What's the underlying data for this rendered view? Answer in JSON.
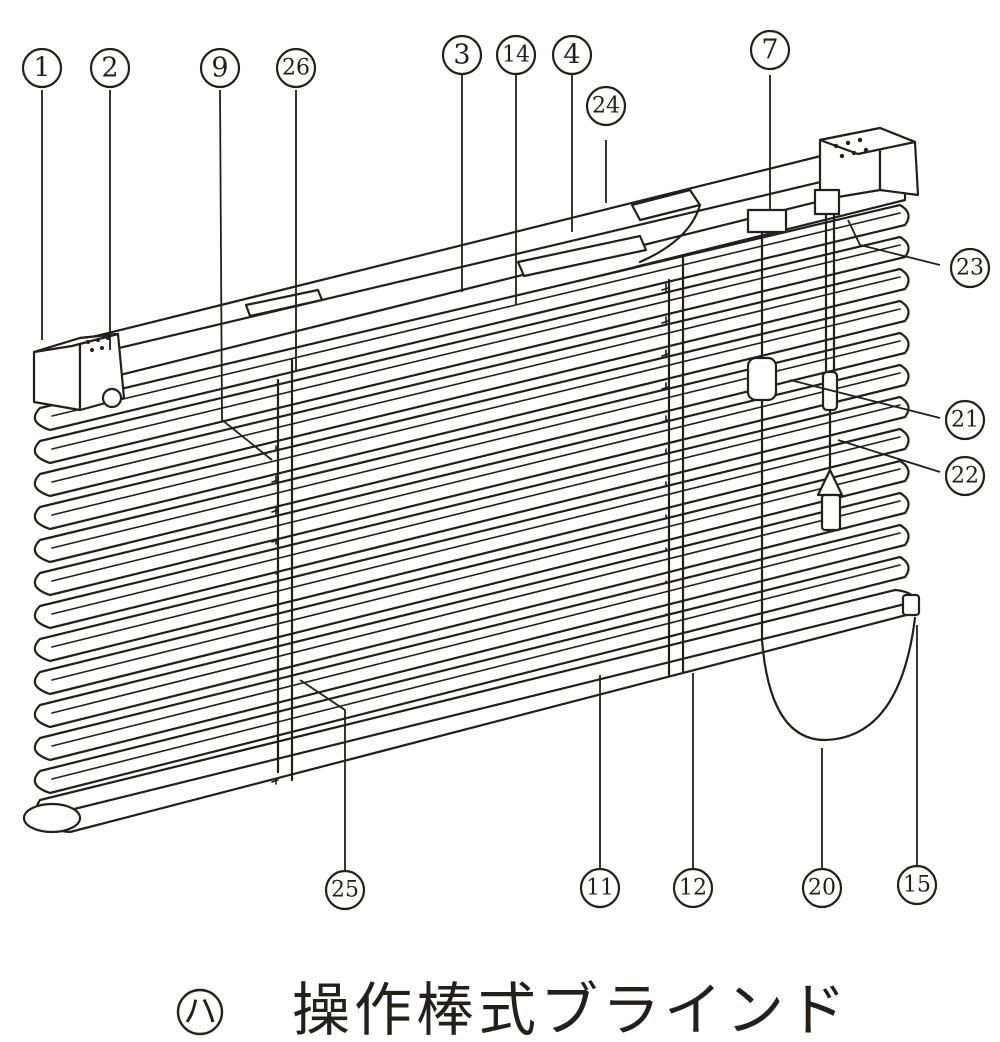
{
  "caption": {
    "mark": "ハ",
    "title": "操作棒式ブラインド"
  },
  "callouts": [
    "1",
    "2",
    "9",
    "26",
    "3",
    "14",
    "4",
    "24",
    "7",
    "23",
    "21",
    "22",
    "25",
    "11",
    "12",
    "20",
    "15"
  ],
  "colors": {
    "ink": "#231f1a",
    "paper": "#ffffff"
  }
}
